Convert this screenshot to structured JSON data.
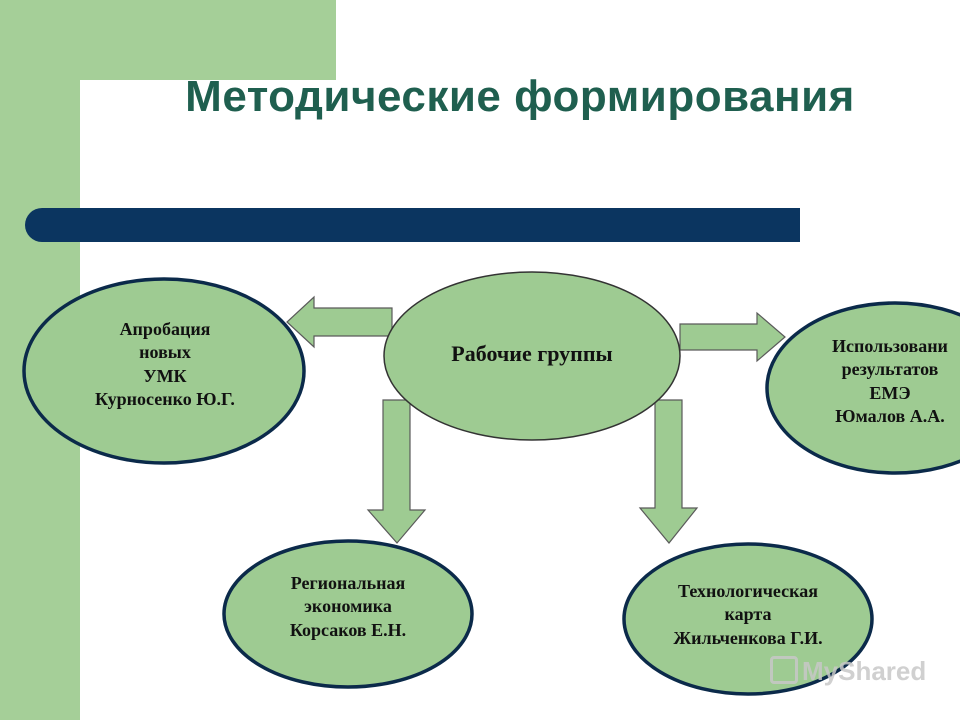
{
  "title": "Методические формирования",
  "center": {
    "label": "Рабочие группы"
  },
  "nodes": {
    "left": {
      "lines": [
        "Апробация",
        "новых",
        "УМК",
        "Курносенко Ю.Г."
      ]
    },
    "right": {
      "lines": [
        "Использовани",
        "результатов",
        "ЕМЭ",
        "Юмалов А.А."
      ]
    },
    "bottom_left": {
      "lines": [
        "Региональная",
        "экономика",
        "Корсаков Е.Н."
      ]
    },
    "bottom_right": {
      "lines": [
        "Технологическая",
        "карта",
        "Жильченкова Г.И."
      ]
    }
  },
  "watermark": "MyShared",
  "colors": {
    "green_fill": "#9ecb92",
    "green_panel": "#a5cf98",
    "navy": "#0b3560",
    "title": "#1f5f4f"
  }
}
